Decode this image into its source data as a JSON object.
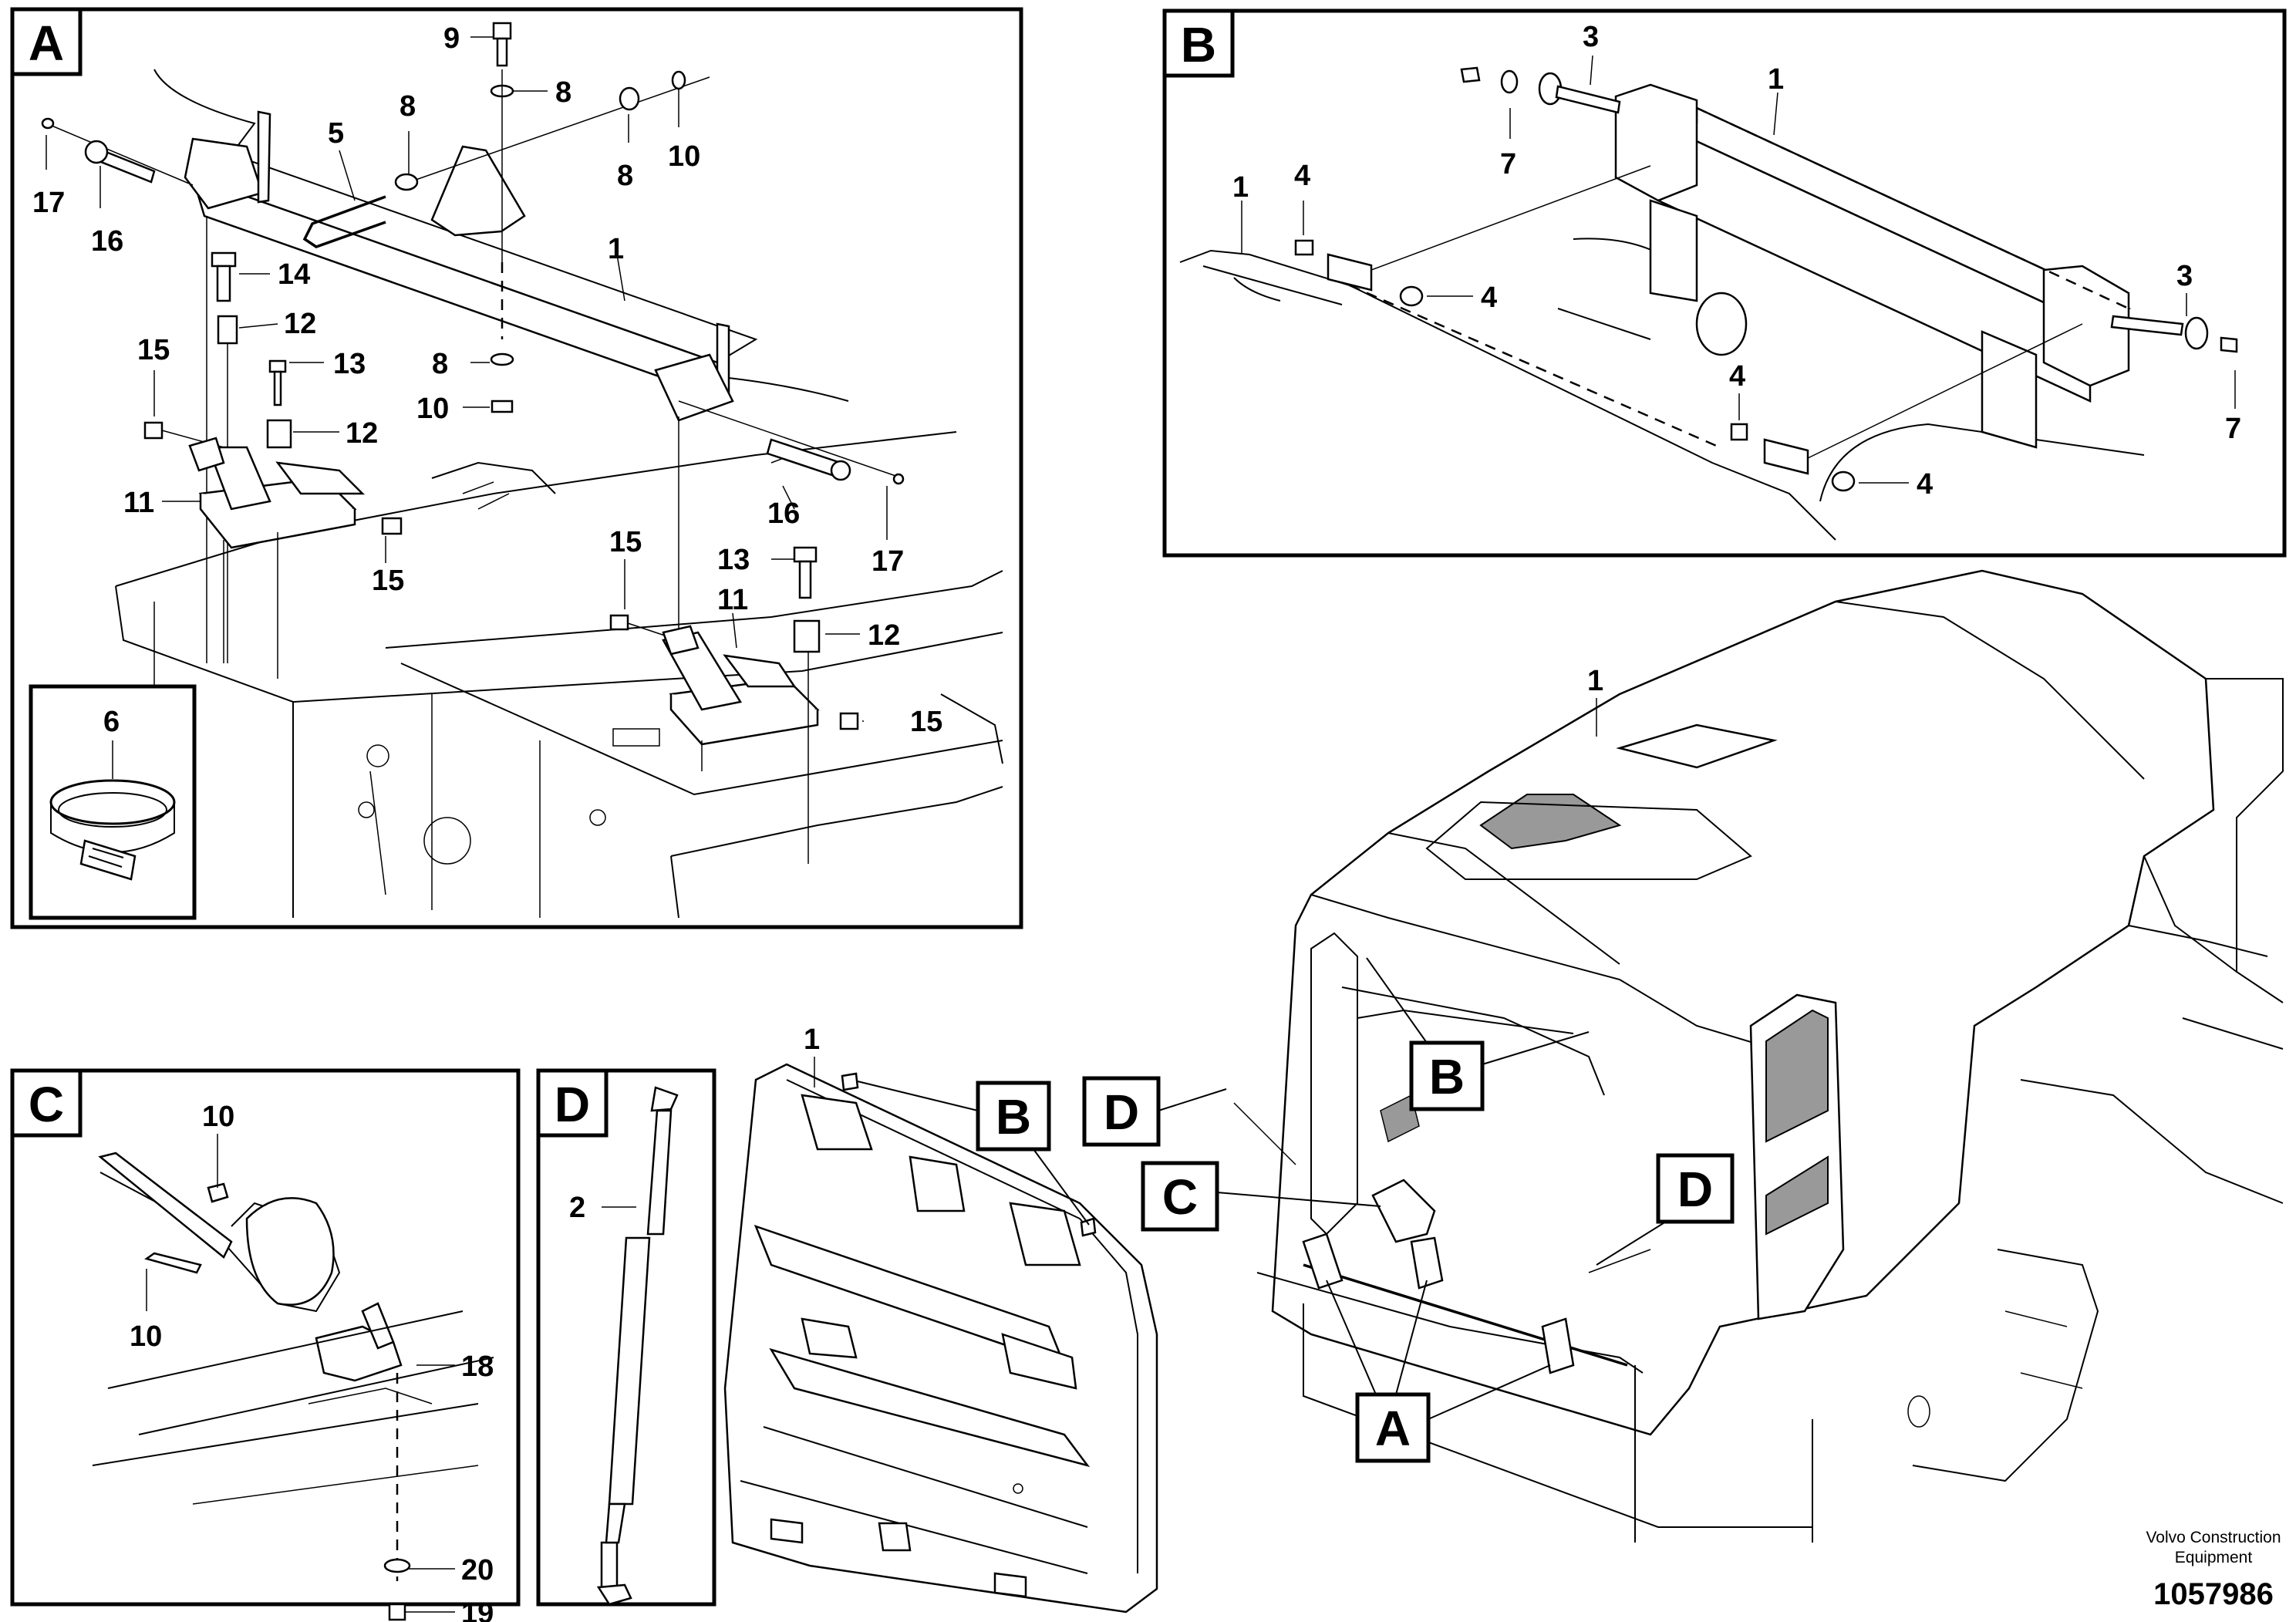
{
  "panels": [
    {
      "id": "A",
      "label": "A"
    },
    {
      "id": "B",
      "label": "B"
    },
    {
      "id": "C",
      "label": "C"
    },
    {
      "id": "D",
      "label": "D"
    }
  ],
  "overview_labels": {
    "B_left": "B",
    "B_right": "B",
    "C": "C",
    "D_left": "D",
    "D_right": "D",
    "A": "A",
    "cab_part": "1",
    "panel_part": "1"
  },
  "panel_A_callouts": [
    "9",
    "8",
    "8",
    "10",
    "5",
    "8",
    "17",
    "16",
    "14",
    "12",
    "1",
    "15",
    "13",
    "12",
    "8",
    "10",
    "11",
    "15",
    "16",
    "17",
    "15",
    "13",
    "11",
    "12",
    "15",
    "6"
  ],
  "panel_B_callouts": [
    "3",
    "1",
    "7",
    "1",
    "4",
    "4",
    "3",
    "4",
    "7",
    "4"
  ],
  "panel_C_callouts": [
    "10",
    "10",
    "18",
    "20",
    "19"
  ],
  "panel_D_callouts": [
    "2"
  ],
  "footer": {
    "brand_line1": "Volvo Construction",
    "brand_line2": "Equipment",
    "drawing_number": "1057986"
  }
}
